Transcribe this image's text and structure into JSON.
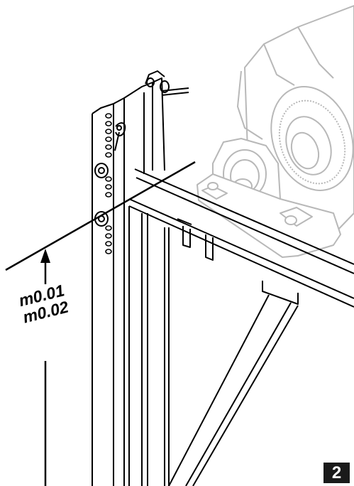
{
  "figure": {
    "number": "2",
    "dimension_labels": [
      "m0.01",
      "m0.02"
    ]
  },
  "colors": {
    "line": "#000000",
    "ghost_motor": "#b8b8b8",
    "badge_bg": "#1a1a1a",
    "badge_text": "#ffffff"
  },
  "icons": {
    "dimension_arrow": "arrow-up-icon"
  }
}
